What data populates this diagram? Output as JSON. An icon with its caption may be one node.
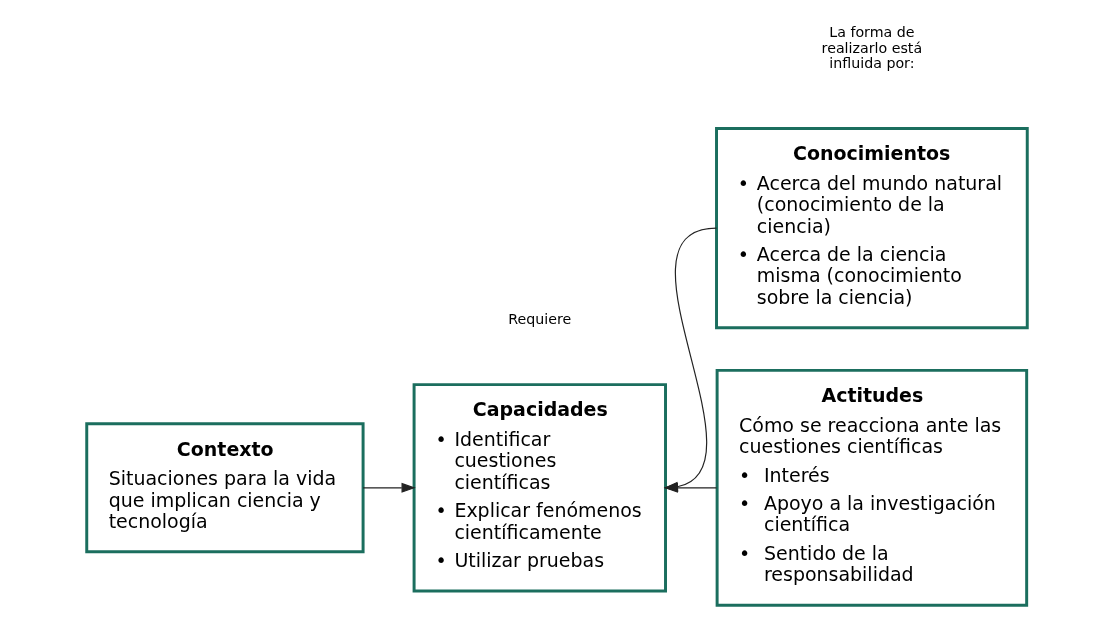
{
  "diagram": {
    "nodes": [
      {
        "text": [
          "Contexto",
          "Situaciones para la vida que implican ciencia y tecnología"
        ]
      },
      {
        "text": [
          "Capacidades",
          "• Identificar cuestiones científicas",
          "• Explicar fenómenos científicamente",
          "• Utilizar pruebas"
        ]
      },
      {
        "text": [
          "Conocimientos",
          "• Acerca del mundo natural (conocimiento de la ciencia)",
          "• Acerca de la ciencia misma (conocimiento sobre la ciencia)"
        ]
      },
      {
        "text": [
          "Actitudes",
          "Cómo se reacciona ante las cuestiones científicas",
          "• Interés",
          "• Apoyo a la investigación científica",
          "• Sentido de la responsabilidad"
        ]
      }
    ],
    "edges": [
      {
        "from": 0,
        "to": 1,
        "arrow": "to"
      },
      {
        "from": 2,
        "to": 1,
        "arrow": "to"
      },
      {
        "from": 3,
        "to": 1,
        "arrow": "to"
      }
    ],
    "labels": [
      "La forma de realizarlo está influida por:",
      "Requiere"
    ]
  }
}
